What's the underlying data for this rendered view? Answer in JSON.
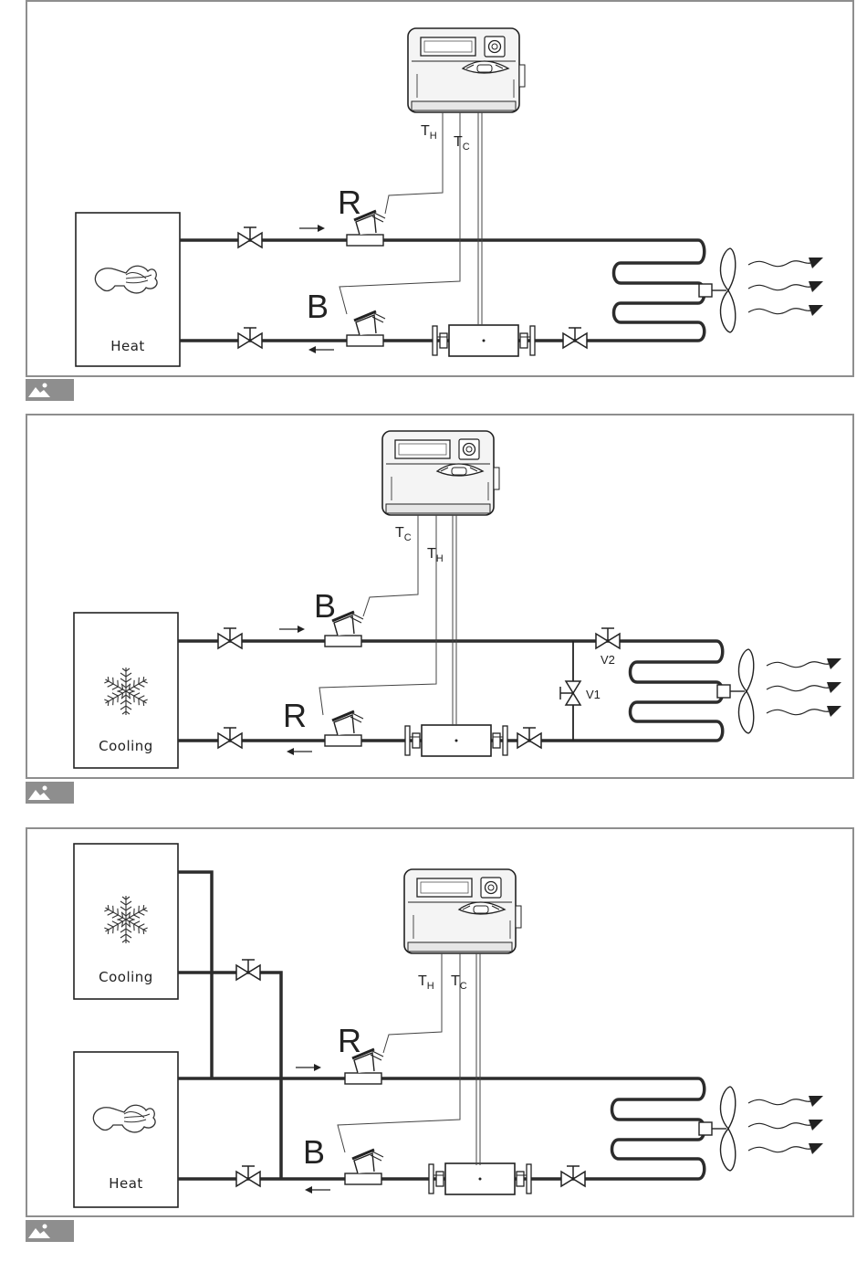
{
  "panel1": {
    "source_label": "Heat",
    "sensor_r": "R",
    "sensor_b": "B",
    "th_main": "T",
    "th_sub": "H",
    "tc_main": "T",
    "tc_sub": "C"
  },
  "panel2": {
    "source_label": "Cooling",
    "sensor_b": "B",
    "sensor_r": "R",
    "tc_main": "T",
    "tc_sub": "C",
    "th_main": "T",
    "th_sub": "H",
    "valve_v1": "V1",
    "valve_v2": "V2"
  },
  "panel3": {
    "cooling_label": "Cooling",
    "heat_label": "Heat",
    "sensor_r": "R",
    "sensor_b": "B",
    "th_main": "T",
    "th_sub": "H",
    "tc_main": "T",
    "tc_sub": "C"
  },
  "icons": [
    "heat-flame-icon",
    "snowflake-icon",
    "image-icon",
    "fan-icon",
    "valve-icon",
    "arrow-icon"
  ],
  "colors": {
    "frame": "#8e8e8e",
    "pipe": "#2c2c2c"
  }
}
